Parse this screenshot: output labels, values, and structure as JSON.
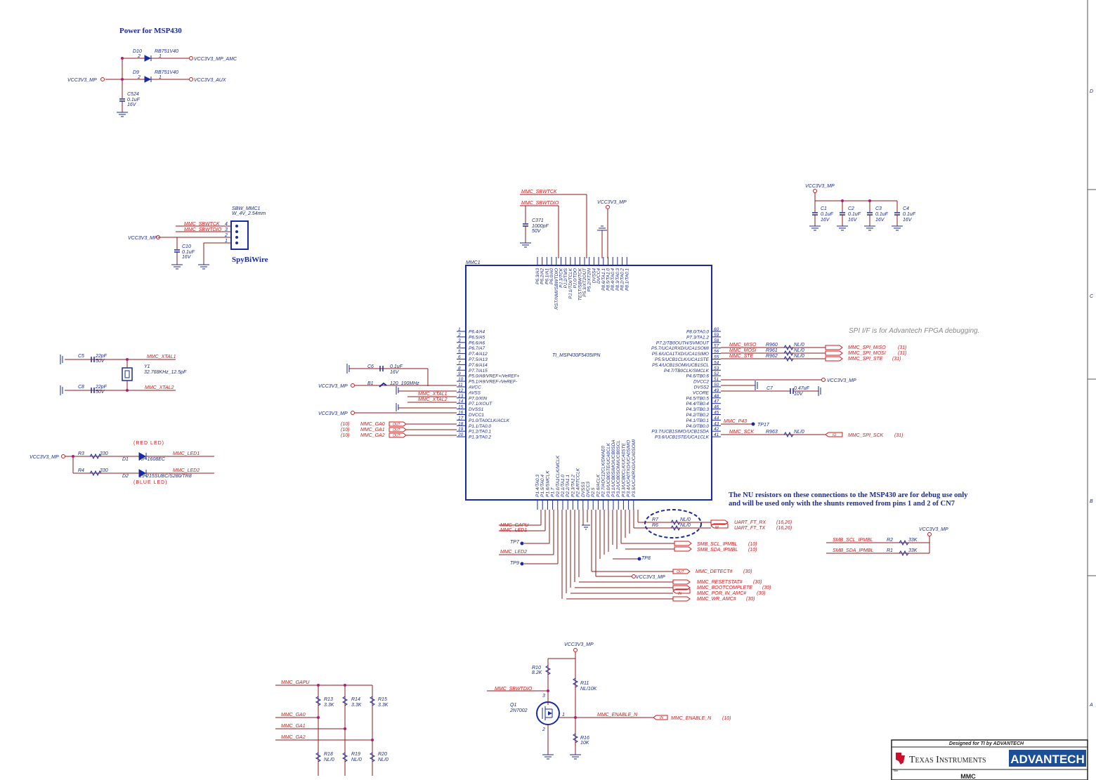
{
  "headers": {
    "power": "Power for MSP430",
    "spybiwire": "SpyBiWire",
    "spi_note": "SPI I/F is for Advantech FPGA debugging.",
    "nu_note_1": "The NU resistors on these connections to the MSP430 are for debug use only",
    "nu_note_2": "and will be used only with the shunts removed from pins 1 and 2 of CN7"
  },
  "power": {
    "d10": "D10",
    "d10_part": "RB751V40",
    "d9": "D9",
    "d9_part": "RB751V40",
    "out1": "VCC3V3_MP_AMC",
    "out2": "VCC3V3_AUX",
    "in": "VCC3V3_MP",
    "c524": "C524",
    "c524_val": "0.1uF",
    "c524_v": "16V",
    "p2": "2",
    "p1": "1"
  },
  "sbw": {
    "ref": "SBW_MMC1",
    "part": "W_4V_2.54mm",
    "tck": "MMC_SBWTCK",
    "tdio": "MMC_SBWTDIO",
    "vcc": "VCC3V3_MP",
    "c10": "C10",
    "c10_val": "0.1uF",
    "c10_v": "16V",
    "p4": "4",
    "p3": "3",
    "p2": "2",
    "p1": "1"
  },
  "xtal": {
    "c5": "C5",
    "c5_val": "22pF",
    "c5_v": "50V",
    "c8": "C8",
    "c8_val": "22pF",
    "c8_v": "50V",
    "y1": "Y1",
    "y1_part": "32.768KHz_12.5pF",
    "x1": "MMC_XTAL1",
    "x2": "MMC_XTAL2"
  },
  "leds": {
    "red": "(RED LED)",
    "blue": "(BLUE LED)",
    "vcc": "VCC3V3_MP",
    "r3": "R3",
    "r3_val": "330",
    "r4": "R4",
    "r4_val": "330",
    "d1": "D1",
    "d1_part": "KP-1608EC",
    "d2": "D2",
    "d2_part": "19-215SUBC/S280/TR8",
    "led1": "MMC_LED1",
    "led2": "MMC_LED2"
  },
  "mcu": {
    "ref": "MMC1",
    "part": "TI_MSP430F5435IPN"
  },
  "caps_top": {
    "vcc": "VCC3V3_MP",
    "c1": "C1",
    "c2": "C2",
    "c3": "C3",
    "c4": "C4",
    "val": "0.1uF",
    "v": "16V"
  },
  "top_sig": {
    "tck": "MMC_SBWTCK",
    "tdio": "MMC_SBWTDIO",
    "c371": "C371",
    "c371_val": "1000pF",
    "c371_v": "50V",
    "vcc": "VCC3V3_MP"
  },
  "left_pins": [
    "P6.4/A4",
    "P6.5/A5",
    "P6.6/A6",
    "P6.7/A7",
    "P7.4/A12",
    "P7.5/A13",
    "P7.6/A14",
    "P7.7/A15",
    "P5.0/A8/VREF+/VeREF+",
    "P5.1/A9/VREF-/VeREF-",
    "AVCC",
    "AVSS",
    "P7.0/XIN",
    "P7.1/XOUT",
    "DVSS1",
    "DVCC1",
    "P1.0/TA0CLK/ACLK",
    "P1.1/TA0.0",
    "P1.2/TA0.1",
    "P1.3/TA0.2"
  ],
  "left_nums": [
    "1",
    "2",
    "3",
    "4",
    "5",
    "6",
    "7",
    "8",
    "9",
    "10",
    "11",
    "12",
    "13",
    "14",
    "15",
    "16",
    "17",
    "18",
    "19",
    "20"
  ],
  "right_pins": [
    "P8.0/TA0.0",
    "P7.3/TA1.2",
    "P7.2/TB0OUTH/SVMOUT",
    "P5.7/UCA1RXD/UCA1SOMI",
    "P5.6/UCA1TXD/UCA1SIMO",
    "P5.5/UCB1CLK/UCA1STE",
    "P5.4/UCB1SOMI/UCB1SCL",
    "P4.7/TB0CLK/SMCLK",
    "P4.6/TB0.6",
    "DVCC2",
    "DVSS2",
    "VCORE",
    "P4.5/TB0.5",
    "P4.4/TB0.4",
    "P4.3/TB0.3",
    "P4.2/TB0.2",
    "P4.1/TB0.1",
    "P4.0/TB0.0",
    "P3.7/UCB1SIMO/UCB1SDA",
    "P3.6/UCB1STE/UCA1CLK"
  ],
  "right_nums": [
    "60",
    "59",
    "58",
    "57",
    "56",
    "55",
    "54",
    "53",
    "52",
    "51",
    "50",
    "49",
    "48",
    "47",
    "46",
    "45",
    "44",
    "43",
    "42",
    "41"
  ],
  "top_pins": [
    "P6.3/A3",
    "P6.2/A2",
    "P6.1/A1",
    "P6.0/A0",
    "RST/NMI/SBWTDIO",
    "PJ.3/TCK",
    "PJ.2/TMS",
    "PJ.1/TDI/TCLK",
    "PJ.0/TDO",
    "TEST/SBWTCK",
    "P5.3/XT2OUT",
    "P5.2/XT2IN",
    "DVSS4",
    "DVCC4",
    "P8.6/TA1.1",
    "P8.5/TA1.0",
    "P8.4/TA0.4",
    "P8.3/TA0.3",
    "P8.2/TA0.2",
    "P8.1/TA0.1"
  ],
  "bottom_pins": [
    "P1.4/TA0.3",
    "P1.5/TA0.4",
    "P1.6/SMCLK",
    "P1.7",
    "P2.0/TA1CLK/MCLK",
    "P2.1/TA1.0",
    "P2.2/TA1.1",
    "P2.3/TA1.2",
    "P2.4/RTCCLK",
    "DVSS3",
    "DVCC3",
    "P2.5",
    "P2.6/ACLK",
    "P2.7/ADC12CLK/DMAE0",
    "P3.0/UCB0STE/UCA0CLK",
    "P3.1/UCB0SIMO/UCB0SDA",
    "P3.2/UCB0SOMI/UCB0SCL",
    "P3.3/UCB0CLK/UCA0STE",
    "P3.4/UCA0TXD/UCA0SIMO",
    "P3.5/UCA0RXD/UCA0SOMI"
  ],
  "left_sig": {
    "c6": "C6",
    "c6_val": "0.1uF",
    "c6_v": "16V",
    "b1": "B1",
    "b1_val": "120_100MHz",
    "vcc1": "VCC3V3_MP",
    "vcc2": "VCC3V3_MP",
    "xtal1": "MMC_XTAL1",
    "xtal2": "MMC_XTAL2",
    "ga0": "MMC_GA0",
    "ga1": "MMC_GA1",
    "ga2": "MMC_GA2",
    "ref": "(10)",
    "out": "OUT"
  },
  "spi": {
    "miso": "MMC_MISO",
    "mosi": "MMC_MOSI",
    "ste": "MMC_STE",
    "r960": "R960",
    "r961": "R961",
    "r962": "R962",
    "nl": "NL/0",
    "o_miso": "MMC_SPI_MISO",
    "o_mosi": "MMC_SPI_MOSI",
    "o_ste": "MMC_SPI_STE",
    "ref": "(31)",
    "sck": "MMC_SCK",
    "r963": "R963",
    "o_sck": "MMC_SPI_SCK",
    "vcc": "VCC3V3_MP",
    "c7": "C7",
    "c7_val": "0.47uF",
    "c7_v": "10V",
    "p43": "MMC_P43",
    "tp17": "TP17",
    "io": "IO"
  },
  "bottom_sig": {
    "gapu": "MMC_GAPU",
    "led1": "MMC_LED1",
    "tp7": "TP7",
    "led2": "MMC_LED2",
    "tp9": "TP9",
    "tp8": "TP8",
    "r7": "R7",
    "r6": "R6",
    "nl": "NL/0",
    "rx": "UART_FT_RX",
    "tx": "UART_FT_TX",
    "ref1626": "(16,26)",
    "scl": "SMB_SCL_IPMBL",
    "sda": "SMB_SDA_IPMBL",
    "ref10": "(10)",
    "detect": "MMC_DETECT#",
    "ref30": "(30)",
    "vcc": "VCC3V3_MP",
    "reset": "MMC_RESETSTAT#",
    "bootc": "MMC_BOOTCOMPLETE",
    "por": "MMC_POR_IN_AMC#",
    "wr": "MMC_WR_AMC#",
    "in": "IN",
    "out": "OUT",
    "w": "W"
  },
  "smb_pull": {
    "vcc": "VCC3V3_MP",
    "scl": "SMB_SCL_IPMBL",
    "sda": "SMB_SDA_IPMBL",
    "r2": "R2",
    "r1": "R1",
    "val": "33K"
  },
  "ga_res": {
    "gapu": "MMC_GAPU",
    "ga0": "MMC_GA0",
    "ga1": "MMC_GA1",
    "ga2": "MMC_GA2",
    "r13": "R13",
    "r14": "R14",
    "r15": "R15",
    "val": "3.3K",
    "r18": "R18",
    "r19": "R19",
    "r20": "R20",
    "nl": "NL/0"
  },
  "q1": {
    "vcc": "VCC3V3_MP",
    "r10": "R10",
    "r10_val": "8.2K",
    "r11": "R11",
    "r11_val": "NL/10K",
    "tdio": "MMC_SBWTDIO",
    "q1": "Q1",
    "q1_part": "2N7002",
    "enable": "MMC_ENABLE_N",
    "enable_out": "MMC_ENABLE_N",
    "ref10": "(10)",
    "r16": "R16",
    "r16_val": "10K",
    "p1": "1",
    "p2": "2",
    "p3": "3"
  },
  "title": {
    "designed": "Designed for TI by ADVANTECH",
    "ti": "Texas Instruments",
    "adv": "ADVANTECH",
    "title_lbl": "Title",
    "title": "MMC"
  },
  "border": {
    "d": "D",
    "c": "C",
    "b": "B",
    "a": "A"
  }
}
